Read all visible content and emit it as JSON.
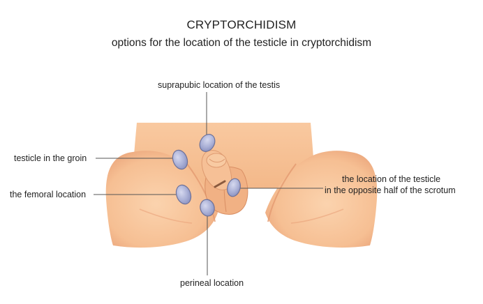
{
  "title": "CRYPTORCHIDISM",
  "subtitle": "options for the location of the testicle in cryptorchidism",
  "labels": {
    "suprapubic": "suprapubic location of the testis",
    "groin": "testicle in the groin",
    "femoral": "the femoral location",
    "opposite_line1": "the location of the testicle",
    "opposite_line2": "in the opposite half of the scrotum",
    "perineal": "perineal location"
  },
  "colors": {
    "skin": "#f7c49a",
    "skin_shadow": "#e8a077",
    "testis": "#aab0d6",
    "testis_outline": "#6c7199",
    "leader_line": "#555555"
  }
}
